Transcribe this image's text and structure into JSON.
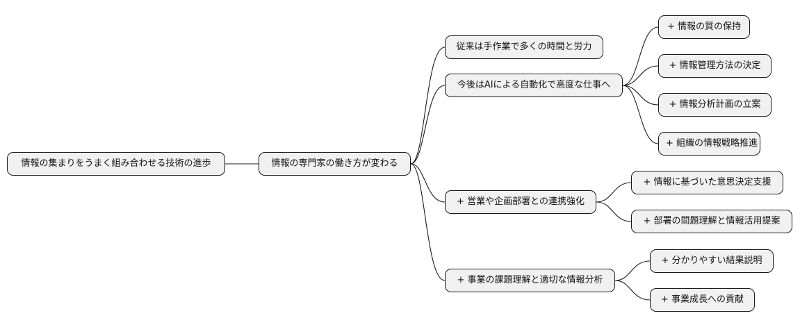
{
  "mindmap": {
    "root": {
      "label": "情報の集まりをうまく組み合わせる技術の進歩",
      "child": {
        "label": "情報の専門家の働き方が変わる",
        "branches": [
          {
            "label": "従来は手作業で多くの時間と労力",
            "children": []
          },
          {
            "label": "今後はAIによる自動化で高度な仕事へ",
            "children": [
              "+ 情報の質の保持",
              "+ 情報管理方法の決定",
              "+ 情報分析計画の立案",
              "+ 組織の情報戦略推進"
            ]
          },
          {
            "label": "+ 営業や企画部署との連携強化",
            "children": [
              "+ 情報に基づいた意思決定支援",
              "+ 部署の問題理解と情報活用提案"
            ]
          },
          {
            "label": "+ 事業の課題理解と適切な情報分析",
            "children": [
              "+ 分かりやすい結果説明",
              "+ 事業成長への貢献"
            ]
          }
        ]
      }
    }
  }
}
